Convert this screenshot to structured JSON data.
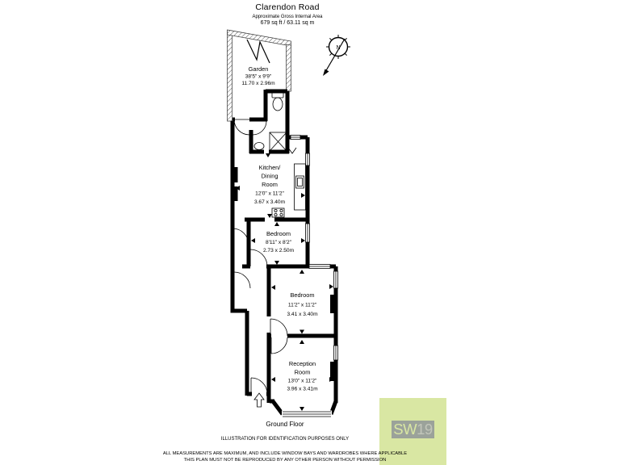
{
  "header": {
    "title": "Clarendon Road",
    "subtitle": "Approximate Gross Internal Area",
    "area": "679 sq ft  /  63.11 sq m"
  },
  "rooms": {
    "garden": {
      "lines": [
        "Garden",
        "38'5\" x 9'9\"",
        "11.70 x 2.96m"
      ]
    },
    "kitchen": {
      "lines": [
        "Kitchen/",
        "Dining",
        "Room",
        "12'0\" x 11'2\"",
        "3.67 x 3.40m"
      ]
    },
    "bedroom1": {
      "lines": [
        "Bedroom",
        "8'11\" x 8'2\"",
        "2.73 x 2.50m"
      ]
    },
    "bedroom2": {
      "lines": [
        "Bedroom",
        "11'2\" x 11'2\"",
        "3.41 x 3.40m"
      ]
    },
    "reception": {
      "lines": [
        "Reception",
        "Room",
        "13'0\" x 11'2\"",
        "3.96 x 3.41m"
      ]
    }
  },
  "compass": {
    "north_label": "N"
  },
  "footer": {
    "floor_label": "Ground Floor",
    "illustration_note": "ILLUSTRATION FOR IDENTIFICATION PURPOSES ONLY"
  },
  "disclaimer": {
    "line1": "ALL MEASUREMENTS ARE MAXIMUM, AND INCLUDE WINDOW BAYS AND WARDROBES WHERE APPLICABLE",
    "line2": "THIS PLAN MUST NOT BE REPRODUCED BY ANY OTHER PERSON WITHOUT PERMISSION"
  },
  "logo": {
    "prefix": "SW",
    "suffix": "19"
  },
  "colors": {
    "wall": "#000000",
    "logo_green": "#d9e7a3",
    "logo_gray": "#9ba29a",
    "logo_suffix_gray": "#c2c6ba"
  }
}
